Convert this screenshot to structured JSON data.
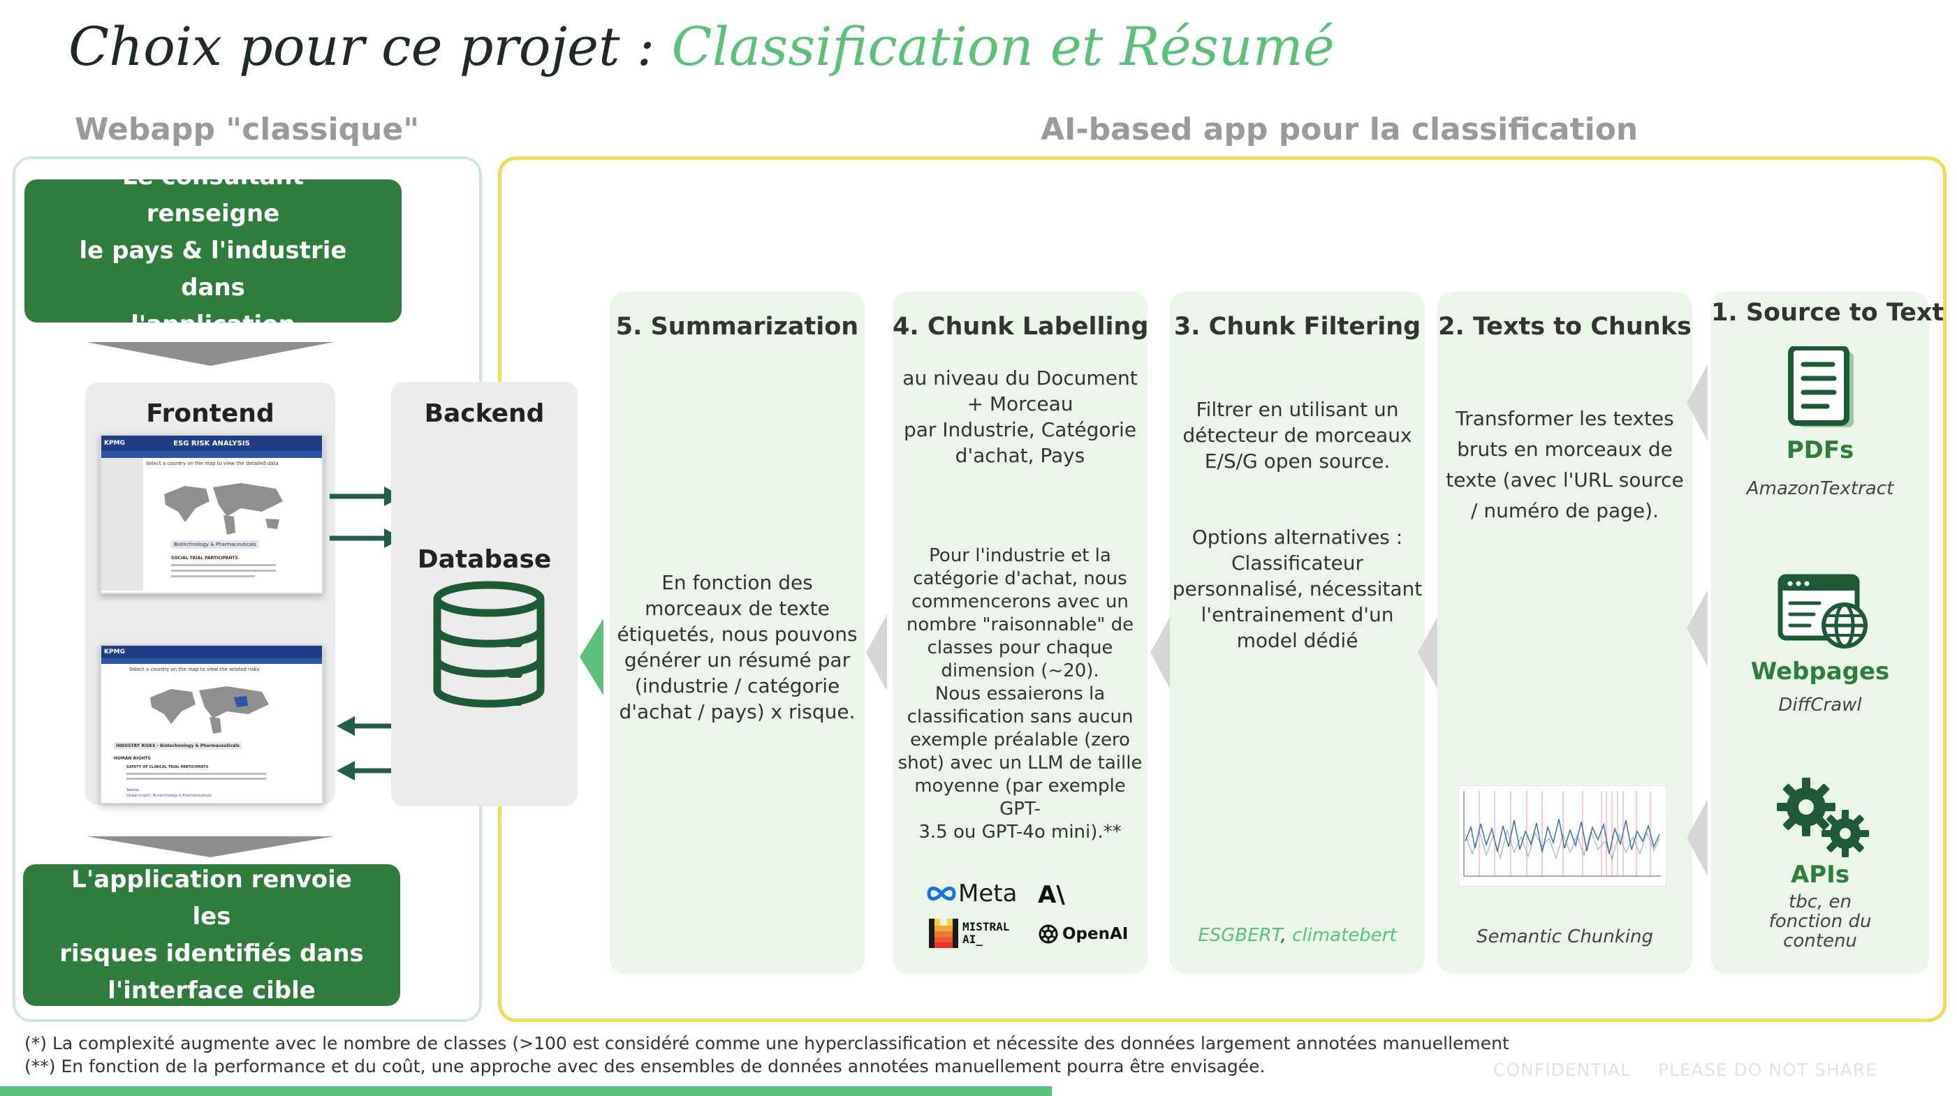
{
  "title": {
    "main": "Choix pour ce projet : ",
    "accent": "Classification et Résumé"
  },
  "sections": {
    "left": "Webapp \"classique\"",
    "right": "AI-based app pour la classification"
  },
  "left": {
    "input_box": [
      "Le consultant renseigne",
      "le pays & l'industrie dans",
      "l'application"
    ],
    "frontend_label": "Frontend",
    "backend_label": "Backend",
    "database_label": "Database",
    "output_box": [
      "L'application renvoie les",
      "risques identifiés dans",
      "l'interface cible"
    ],
    "screenshot_1": {
      "header": "ESG RISK ANALYSIS",
      "brand": "KPMG",
      "prompt": "Select a country on the map to view the detailed data",
      "industry": "Biotechnology & Pharmaceuticals",
      "section": "SOCIAL TRIAL PARTICIPANTS"
    },
    "screenshot_2": {
      "brand": "KPMG",
      "prompt": "Select a country on the map to view the related risks",
      "industry": "INDUSTRY RISKS - Biotechnology & Pharmaceuticals",
      "section": "HUMAN RIGHTS",
      "subsection": "SAFETY OF CLINICAL TRIAL PARTICIPANTS",
      "source": "Source:",
      "link": "Global Insight: Biotechnology & Pharmaceuticals"
    }
  },
  "columns": {
    "summarization": {
      "title": "5. Summarization",
      "text": [
        "En fonction des",
        "morceaux de texte",
        "étiquetés, nous pouvons",
        "générer un résumé par",
        "(industrie / catégorie",
        "d'achat / pays) x risque."
      ]
    },
    "labelling": {
      "title": "4. Chunk Labelling",
      "text1": [
        "au niveau du Document",
        "+ Morceau",
        "par Industrie, Catégorie",
        "d'achat, Pays"
      ],
      "text2": [
        "Pour l'industrie et la",
        "catégorie d'achat, nous",
        "commencerons avec un",
        "nombre \"raisonnable\" de",
        "classes pour chaque",
        "dimension (~20).",
        "Nous essaierons la",
        "classification sans aucun",
        "exemple préalable (zero",
        "shot) avec un LLM de taille",
        "moyenne (par exemple GPT-",
        "3.5 ou GPT-4o mini).**"
      ],
      "logos": {
        "meta": "Meta",
        "anthropic": "A\\",
        "mistral": [
          "MISTRAL",
          "AI_"
        ],
        "openai": "OpenAI"
      }
    },
    "filtering": {
      "title": "3. Chunk Filtering",
      "text1": [
        "Filtrer en utilisant un",
        "détecteur de morceaux",
        "E/S/G open source."
      ],
      "text2": [
        "Options alternatives :",
        "Classificateur",
        "personnalisé, nécessitant",
        "l'entrainement d'un",
        "model dédié"
      ],
      "footer_1": "ESGBERT",
      "footer_sep": ", ",
      "footer_2": "climatebert"
    },
    "chunks": {
      "title": "2. Texts to Chunks",
      "text": [
        "Transformer les textes",
        "bruts en morceaux de",
        "texte (avec l'URL source",
        "/ numéro de page)."
      ],
      "footer": "Semantic Chunking"
    },
    "source": {
      "title": "1. Source to Text",
      "pdfs": {
        "label": "PDFs",
        "tool": "AmazonTextract"
      },
      "webpages": {
        "label": "Webpages",
        "tool": "DiffCrawl"
      },
      "apis": {
        "label": "APIs",
        "tool": [
          "tbc, en",
          "fonction du",
          "contenu"
        ]
      }
    }
  },
  "footnotes": [
    "(*) La complexité augmente avec le nombre de classes (>100 est considéré comme une hyperclassification et nécessite des données largement annotées manuellement",
    "(**) En fonction de la performance et du coût, une approche avec des ensembles de données annotées manuellement pourra être envisagée."
  ],
  "confidential": {
    "left": "CONFIDENTIAL",
    "right": "PLEASE DO NOT SHARE"
  },
  "colors": {
    "dark_green": "#2f7d3c",
    "light_green": "#5cc07a",
    "yellow": "#f2dc55",
    "column_bg": "#eaf6e8",
    "arrow_teal": "#245b4f"
  },
  "icons": [
    "document-icon",
    "webpage-globe-icon",
    "gears-icon",
    "database-icon",
    "meta-logo",
    "anthropic-logo",
    "mistral-logo",
    "openai-logo"
  ]
}
